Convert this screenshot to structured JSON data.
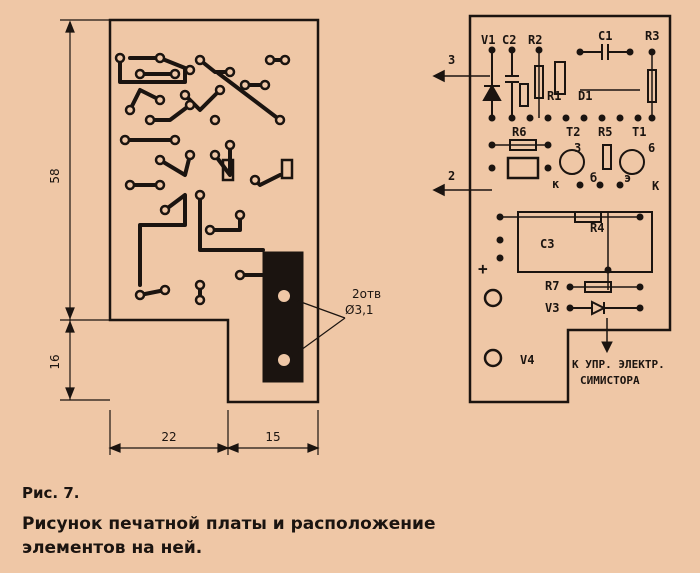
{
  "figure": {
    "label": "Рис. 7.",
    "caption_line1": "Рисунок печатной платы и расположение",
    "caption_line2": "элементов на ней."
  },
  "left_board": {
    "dim_height_main": "58",
    "dim_height_lower": "16",
    "dim_width_left": "22",
    "dim_width_right": "15",
    "hole_note_line1": "2отв",
    "hole_note_line2": "Ø3,1"
  },
  "right_board": {
    "labels": {
      "v1": "V1",
      "c2": "C2",
      "r2": "R2",
      "c1": "C1",
      "r3": "R3",
      "r1": "R1",
      "d1": "D1",
      "r6": "R6",
      "t2": "T2",
      "r5": "R5",
      "t1": "T1",
      "num3a": "3",
      "num6": "6",
      "k1": "к",
      "b1": "б",
      "e1": "э",
      "k2": "К",
      "r4": "R4",
      "c3": "C3",
      "plus": "+",
      "r7": "R7",
      "v3": "V3",
      "v4": "V4"
    },
    "arrow_3": "3",
    "arrow_2": "2",
    "note_line1": "К УПР. ЭЛЕКТР.",
    "note_line2": "СИМИСТОРА"
  }
}
